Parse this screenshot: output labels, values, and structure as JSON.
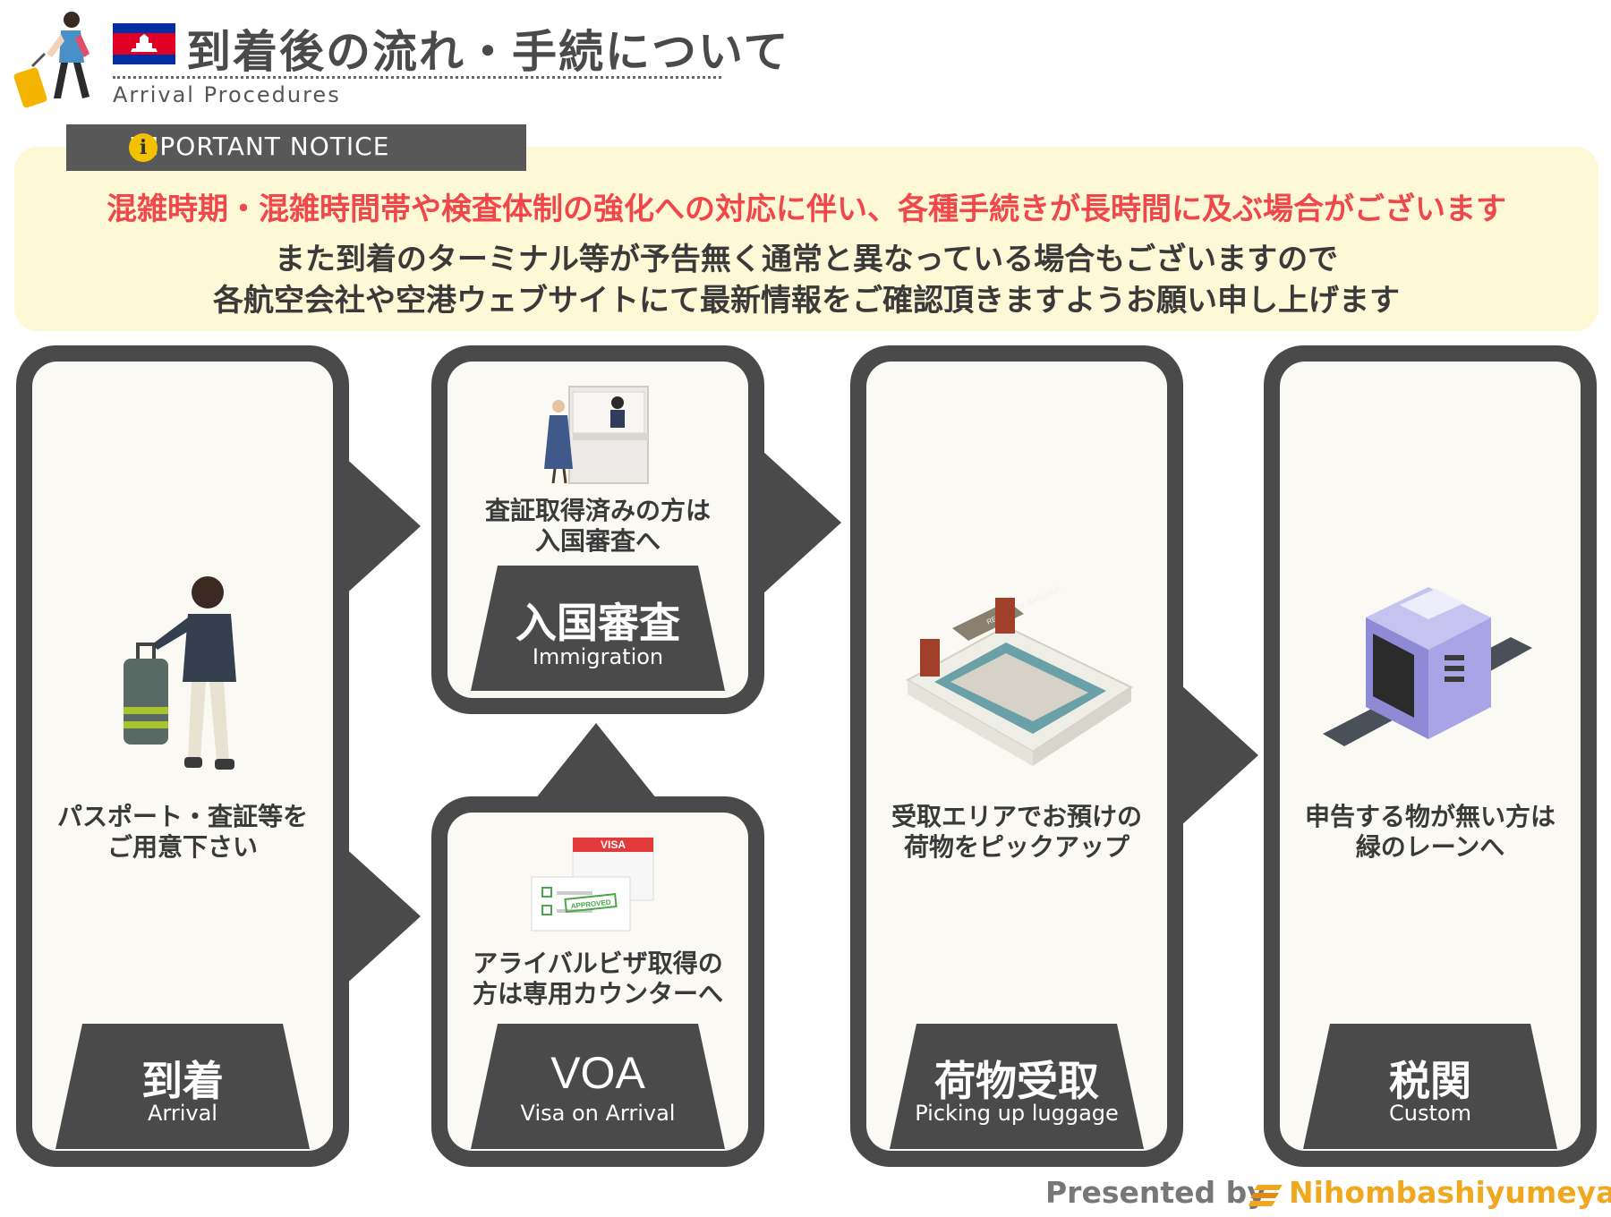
{
  "header": {
    "title": "到着後の流れ・手続について",
    "subtitle": "Arrival Procedures"
  },
  "notice": {
    "tab_label": "IMPORTANT NOTICE",
    "info_symbol": "i",
    "line_red": "混雑時期・混雑時間帯や検査体制の強化への対応に伴い、各種手続きが長時間に及ぶ場合がございます",
    "line_2": "また到着のターミナル等が予告無く通常と異なっている場合もございますので",
    "line_3": "各航空会社や空港ウェブサイトにて最新情報をご確認頂きますようお願い申し上げます"
  },
  "stages": {
    "arrival": {
      "title": "到着",
      "subtitle": "Arrival",
      "desc1": "パスポート・査証等を",
      "desc2": "ご用意下さい"
    },
    "immigration": {
      "title": "入国審査",
      "subtitle": "Immigration",
      "desc1": "査証取得済みの方は",
      "desc2": "入国審査へ"
    },
    "voa": {
      "title": "VOA",
      "subtitle": "Visa on Arrival",
      "desc1": "アライバルビザ取得の",
      "desc2": "方は専用カウンターへ",
      "visa_label": "VISA",
      "approved_label": "APPROVED"
    },
    "luggage": {
      "title": "荷物受取",
      "subtitle": "Picking up luggage",
      "desc1": "受取エリアでお預けの",
      "desc2": "荷物をピックアップ",
      "sign_text": "RECEIPT OF BAGGAGE"
    },
    "customs": {
      "title": "税関",
      "subtitle": "Custom",
      "desc1": "申告する物が無い方は",
      "desc2": "緑のレーンへ"
    }
  },
  "footer": {
    "presented_by": "Presented by",
    "brand": "Nihombashiyumeya"
  },
  "colors": {
    "card_dark": "#4a4a4a",
    "card_inner": "#fbf9f4",
    "notice_bg": "#fdf8d6",
    "notice_red": "#f0484a",
    "brand_orange": "#f0a820",
    "flag_blue": "#032ea1",
    "flag_red": "#e00025"
  },
  "icons": [
    "traveler-with-suitcase-icon",
    "cambodia-flag-icon",
    "info-icon",
    "arrow-right-icon",
    "arrow-up-icon",
    "immigration-booth-illustration",
    "visa-documents-illustration",
    "baggage-carousel-illustration",
    "xray-scanner-illustration",
    "brand-logo-icon"
  ]
}
